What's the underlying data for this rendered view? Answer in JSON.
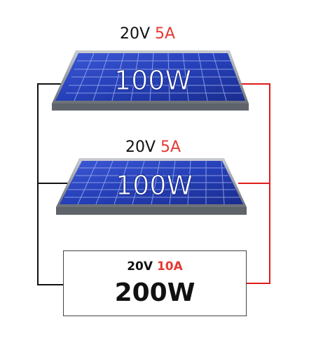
{
  "colors": {
    "negative_wire": "#111111",
    "positive_wire": "#e01b1b",
    "amp_text": "#e53935",
    "panel_cell": "#1d33a8",
    "panel_frame": "#8a8f96"
  },
  "panels": [
    {
      "voltage": "20V",
      "current": "5A",
      "watt": "100W"
    },
    {
      "voltage": "20V",
      "current": "5A",
      "watt": "100W"
    }
  ],
  "output": {
    "voltage": "20V",
    "current": "10A",
    "watt": "200W"
  }
}
